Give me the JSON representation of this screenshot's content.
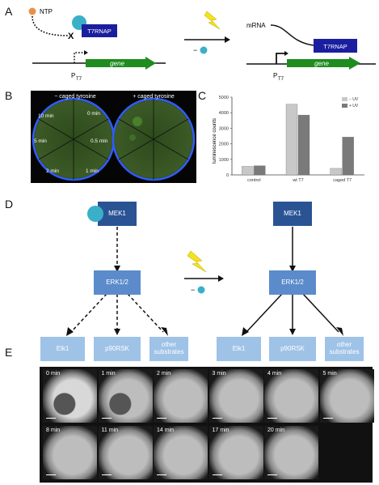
{
  "panels": {
    "a": "A",
    "b": "B",
    "c": "C",
    "d": "D",
    "e": "E"
  },
  "panel_a": {
    "ntp": "NTP",
    "enzyme": "T7RNAP",
    "enzyme_right": "T7RNAP",
    "gene": "gene",
    "gene_right": "gene",
    "promoter": "P",
    "promoter_sub": "T7",
    "mrna": "mRNA",
    "minus": "−"
  },
  "panel_b": {
    "left_title": "− caged tyrosine",
    "right_title": "+ caged tyrosine",
    "times": [
      "0 min",
      "10 min",
      "5 min",
      "2 min",
      "1 min",
      "0.5 min"
    ]
  },
  "chart_data": {
    "type": "bar",
    "categories": [
      "control",
      "wt T7",
      "caged T7"
    ],
    "series": [
      {
        "name": "− UV",
        "values": [
          550,
          4550,
          420
        ],
        "color": "#c8c8c8"
      },
      {
        "name": "+ UV",
        "values": [
          590,
          3850,
          2430
        ],
        "color": "#7a7a7a"
      }
    ],
    "ylabel": "luminescence counts",
    "ylim": [
      0,
      5000
    ],
    "yticks": [
      "0",
      "1000",
      "2000",
      "3000",
      "4000",
      "5000"
    ],
    "legend_position": "top-right"
  },
  "panel_d": {
    "mek1_left": "MEK1",
    "erk_left": "ERK1/2",
    "elk1_left": "Elk1",
    "p90_left": "p90RSK",
    "other_left": "other substrates",
    "mek1_right": "MEK1",
    "erk_right": "ERK1/2",
    "elk1_right": "Elk1",
    "p90_right": "p90RSK",
    "other_right": "other substrates",
    "minus": "−"
  },
  "panel_e": {
    "frames": [
      "0 min",
      "1 min",
      "2 min",
      "3 min",
      "4 min",
      "5 min",
      "8 min",
      "11 min",
      "14 min",
      "17 min",
      "20 min"
    ]
  },
  "colors": {
    "box_dark": "#2a5394",
    "box_light": "#7fa9d9",
    "gene_green": "#1e8c1e",
    "bolt": "#f5e21a",
    "cyan": "#3ab0c8",
    "orange": "#e8914a"
  }
}
